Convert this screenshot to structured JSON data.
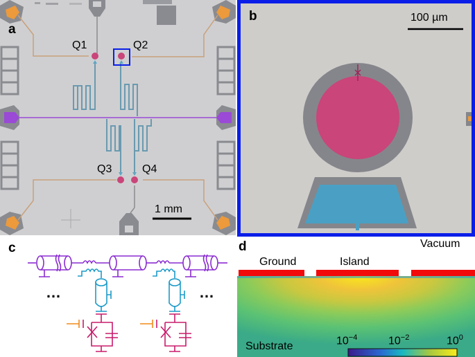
{
  "panels": {
    "a": {
      "label": "a",
      "qubits": [
        "Q1",
        "Q2",
        "Q3",
        "Q4"
      ],
      "scale_bar": "1 mm"
    },
    "b": {
      "label": "b",
      "scale_bar": "100 µm"
    },
    "c": {
      "label": "c",
      "ellipsis_left": "…",
      "ellipsis_right": "…"
    },
    "d": {
      "label": "d",
      "vacuum": "Vacuum",
      "ground": "Ground",
      "island": "Island",
      "substrate": "Substrate",
      "colorbar": {
        "ticks": [
          {
            "base": "10",
            "exp": "−4"
          },
          {
            "base": "10",
            "exp": "−2"
          },
          {
            "base": "10",
            "exp": "0"
          }
        ]
      }
    }
  },
  "colors": {
    "chip_bg": "#cfcfd1",
    "metal_gray": "#8a8b90",
    "qubit_pink": "#c9457a",
    "readout_blue": "#5fa6c4",
    "feedline_purple": "#9a4ad6",
    "flux_orange": "#ec9a3c",
    "frame_blue": "#0a1ee8",
    "circuit_purple": "#8a2ad0",
    "circuit_cyan": "#1a9ac8",
    "circuit_magenta": "#c81a6a",
    "circuit_orange": "#f08a1a",
    "electrode_red": "#f20a0a"
  }
}
